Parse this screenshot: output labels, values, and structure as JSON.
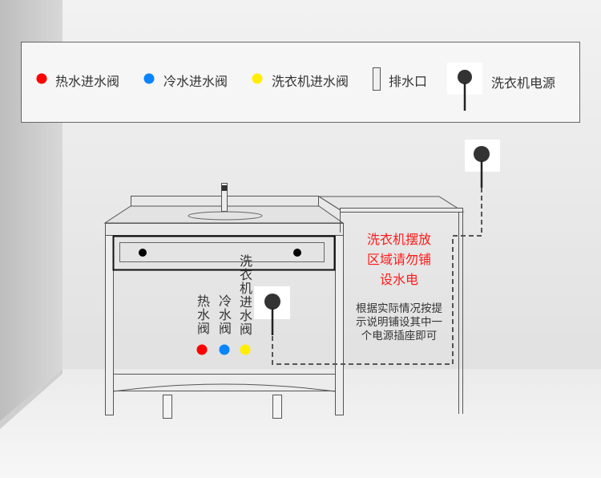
{
  "legend": {
    "hot_valve": "热水进水阀",
    "cold_valve": "冷水进水阀",
    "washer_valve": "洗衣机进水阀",
    "drain": "排水口",
    "washer_power": "洗衣机电源"
  },
  "cabinet_labels": {
    "hot": "热水阀",
    "cold": "冷水阀",
    "washer": "洗衣机进水阀"
  },
  "washer_area_warning": [
    "洗衣机摆放",
    "区域请勿铺",
    "设水电"
  ],
  "note": [
    "根据实际情况按提",
    "示说明铺设其中一",
    "个电源插座即可"
  ],
  "colors": {
    "hot": "#ff0000",
    "cold": "#0a84ff",
    "washer": "#ffee00",
    "warning": "#ff1a1a"
  }
}
